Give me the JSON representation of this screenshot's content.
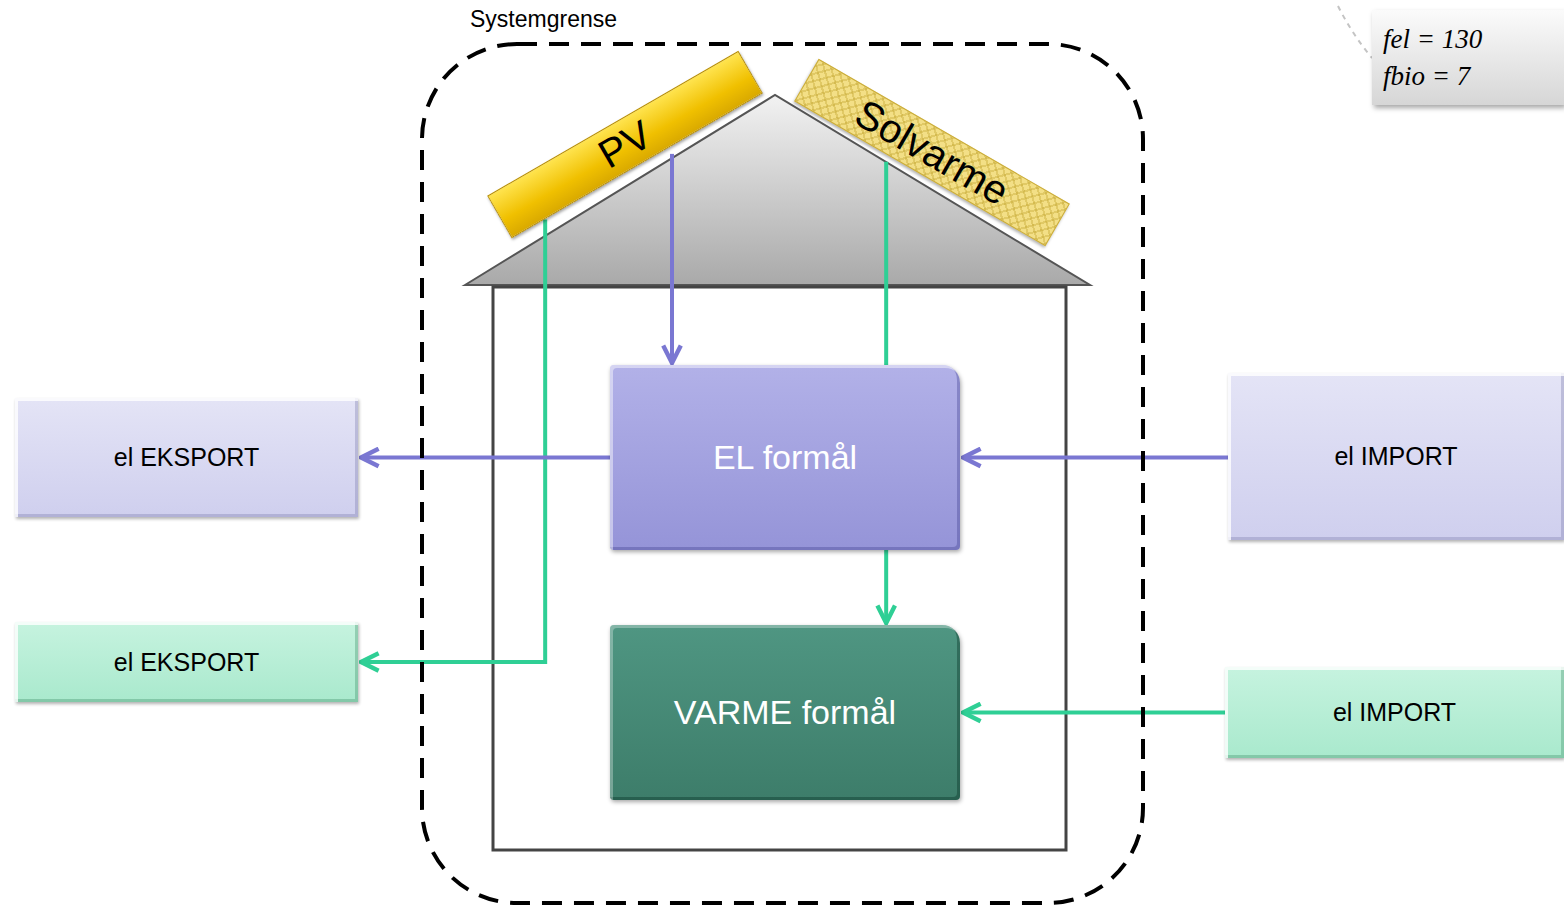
{
  "diagram": {
    "nodes": [
      {
        "text": [
          "Systemgrense"
        ]
      },
      {
        "text": [
          "PV"
        ],
        "in": 0
      },
      {
        "text": [
          "Solvarme"
        ],
        "in": 0
      },
      {
        "text": [
          "fel = 130",
          "fbio = 7"
        ]
      },
      {
        "text": [
          "el EKSPORT"
        ]
      },
      {
        "text": [
          "EL formål"
        ],
        "in": 0
      },
      {
        "text": [
          "el IMPORT"
        ]
      },
      {
        "text": [
          "el EKSPORT"
        ]
      },
      {
        "text": [
          "VARME formål"
        ],
        "in": 0
      },
      {
        "text": [
          "el IMPORT"
        ]
      }
    ],
    "edges": [
      {
        "from": 1,
        "to": 5,
        "arrow": "to"
      },
      {
        "from": 1,
        "to": 7,
        "arrow": "to"
      },
      {
        "from": 2,
        "to": 8,
        "arrow": "to"
      },
      {
        "from": 5,
        "to": 4,
        "arrow": "to"
      },
      {
        "from": 6,
        "to": 5,
        "arrow": "to"
      },
      {
        "from": 9,
        "to": 8,
        "arrow": "to"
      }
    ]
  }
}
